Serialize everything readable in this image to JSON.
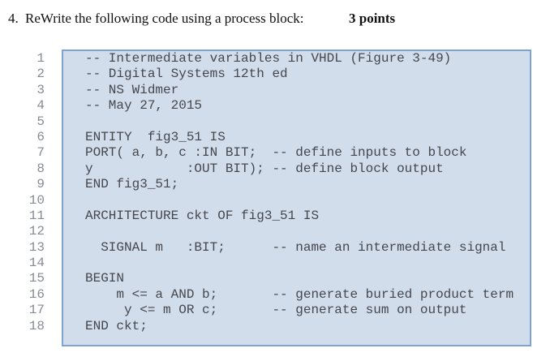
{
  "question": {
    "number": "4.",
    "text": "ReWrite the following code using a process block:",
    "points": "3 points"
  },
  "code": {
    "language": "VHDL",
    "line_numbers": [
      "1",
      "2",
      "3",
      "4",
      "5",
      "6",
      "7",
      "8",
      "9",
      "10",
      "11",
      "12",
      "13",
      "14",
      "15",
      "16",
      "17",
      "18"
    ],
    "lines": [
      "-- Intermediate variables in VHDL (Figure 3-49)",
      "-- Digital Systems 12th ed",
      "-- NS Widmer",
      "-- May 27, 2015",
      "",
      "ENTITY  fig3_51 IS",
      "PORT( a, b, c :IN BIT;  -- define inputs to block",
      "y            :OUT BIT); -- define block output",
      "END fig3_51;",
      "",
      "ARCHITECTURE ckt OF fig3_51 IS",
      "",
      "  SIGNAL m   :BIT;      -- name an intermediate signal",
      "",
      "BEGIN",
      "    m <= a AND b;       -- generate buried product term",
      "     y <= m OR c;       -- generate sum on output",
      "END ckt;"
    ],
    "colors": {
      "box_fill": "#d2ddec",
      "box_border": "#7ca3d4",
      "code_text": "#44474d",
      "line_number_text": "#868c95"
    }
  }
}
